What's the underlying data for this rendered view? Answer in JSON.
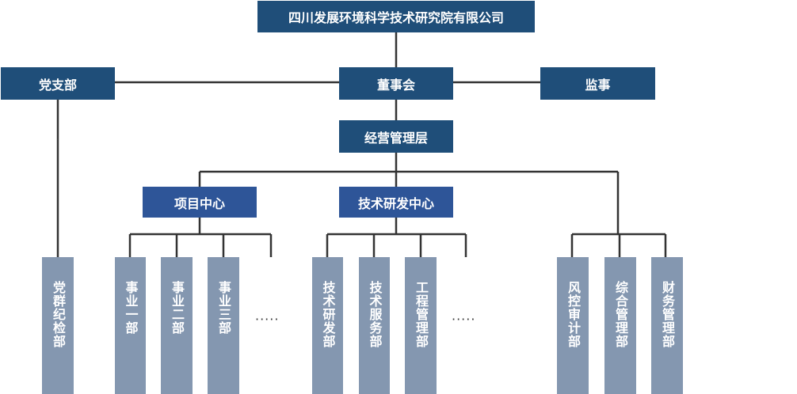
{
  "company": "四川发展环境科学技术研究院有限公司",
  "party": "党支部",
  "board": "董事会",
  "supervisor": "监事",
  "management": "经营管理层",
  "project_center": "项目中心",
  "rd_center": "技术研发中心",
  "departments": {
    "party_discipline": "党群纪检部",
    "biz1": "事业一部",
    "biz2": "事业二部",
    "biz3": "事业三部",
    "tech_rd": "技术研发部",
    "tech_service": "技术服务部",
    "engineering": "工程管理部",
    "risk_audit": "风控审计部",
    "general_mgmt": "综合管理部",
    "finance": "财务管理部"
  },
  "ellipsis_project": "·····",
  "ellipsis_rd": "·····",
  "colors": {
    "dark": "#1f4e79",
    "mid": "#2e5598",
    "dept": "#8497b0",
    "line": "#333333"
  }
}
